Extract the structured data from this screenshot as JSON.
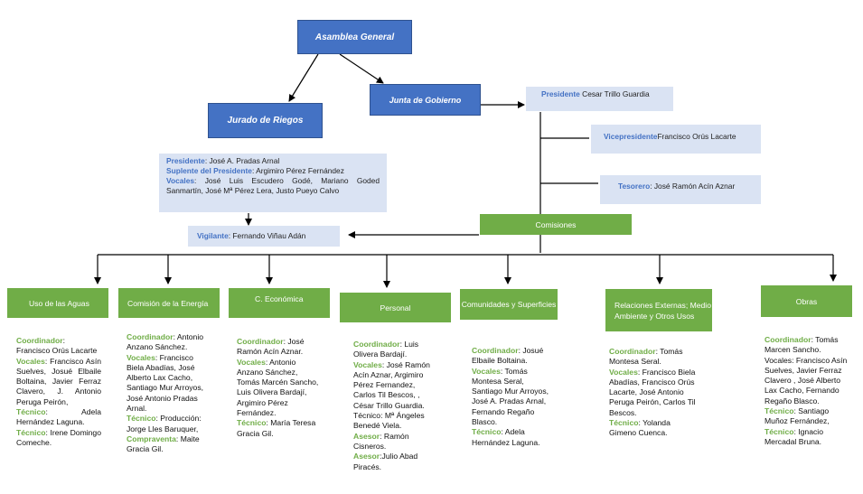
{
  "asamblea": "Asamblea General",
  "junta": "Junta de Gobierno",
  "jurado": "Jurado de Riegos",
  "jurado_info": {
    "presidente_label": "Presidente",
    "presidente": ": José A. Pradas Arnal",
    "suplente_label": "Suplente del Presidente",
    "suplente": ": Argimiro Pérez Fernández",
    "vocales_label": "Vocales",
    "vocales": ": José Luis Escudero Godé, Mariano Goded Sanmartín, José Mª Pérez Lera, Justo Pueyo Calvo"
  },
  "vigilante": {
    "label": "Vigilante",
    "value": ": Fernando Viñau Adán"
  },
  "presidente": {
    "label": "Presidente",
    "value": " Cesar Trillo Guardia"
  },
  "vicepresidente": {
    "label": "Vicepresidente",
    "value": " Francisco Orús  Lacarte"
  },
  "tesorero": {
    "label": "Tesorero",
    "value": ": José Ramón Acín Aznar"
  },
  "comisiones": "Comisiones",
  "committees": [
    {
      "title": "Uso de las Aguas",
      "c_label": "Coordinador",
      "c_value": ":",
      "c_line": "Francisco Orús Lacarte",
      "v_label": "Vocales",
      "v_value": ":  Francisco Asín Suelves, Josué Elbaile Boltaina, Javier Ferraz Clavero, J. Antonio Peruga Peirón,",
      "t_label": "Técnico",
      "t_value": ": Adela Hernández Laguna.",
      "t2_label": "Técnico",
      "t2_value": ": Irene Domingo Comeche."
    },
    {
      "title": "Comisión de la Energía",
      "c_label": "Coordinador",
      "c_value": ": Antonio Anzano Sánchez.",
      "v_label": "Vocales",
      "v_value": ": Francisco Biela Abadías, José Alberto Lax Cacho, Santiago Mur Arroyos, José Antonio Pradas Arnal.",
      "t_label": "Técnico",
      "t_value": ": Producción: Jorge Lles Baruquer,",
      "x_label": "Compraventa",
      "x_value": ": Maite Gracia Gil."
    },
    {
      "title": "C. Económica",
      "c_label": "Coordinador",
      "c_value": ": José Ramón Acín Aznar.",
      "v_label": "Vocales",
      "v_value": ": Antonio Anzano Sánchez, Tomás Marcén Sancho, Luis Olivera Bardají, Argimiro Pérez Fernández.",
      "t_label": "Técnico",
      "t_value": ": María Teresa Gracia Gil."
    },
    {
      "title": "Personal",
      "c_label": "Coordinador",
      "c_value": ": Luis Olivera Bardají.",
      "v_label": "Vocales",
      "v_value": ": José Ramón Acín Aznar, Argimiro Pérez Fernandez, Carlos Til Bescos, , César Trillo Guardia.",
      "t_plain": "Técnico: Mª Ángeles Benedé Viela.",
      "a_label": "Asesor",
      "a_value": ": Ramón Cisneros.",
      "a2_label": "Asesor",
      "a2_value": ":Julio Abad Piracés."
    },
    {
      "title": "Comunidades y Superficies",
      "c_label": "Coordinador",
      "c_value": ": Josué Elbaile Boltaina.",
      "v_label": "Vocales",
      "v_value": ": Tomás Montesa Seral, Santiago Mur Arroyos, José A. Pradas Arnal, Fernando Regaño Blasco.",
      "t_label": "Técnico",
      "t_value": ": Adela Hernández Laguna."
    },
    {
      "title": "Relaciones Externas; Medio Ambiente y Otros Usos",
      "c_label": "Coordinador",
      "c_value": ": Tomás Montesa Seral.",
      "v_label": "Vocales",
      "v_value": ": Francisco Biela Abadías, Francisco Orús Lacarte, José Antonio Peruga Peirón, Carlos Til Bescos.",
      "t_label": "Técnico",
      "t_value": ": Yolanda Gimeno Cuenca."
    },
    {
      "title": "Obras",
      "c_label": "Coordinador",
      "c_value": ": Tomás Marcen Sancho.",
      "v_plain": "Vocales: Francisco Asín Suelves, Javier Ferraz Clavero , José Alberto Lax Cacho, Fernando Regaño Blasco.",
      "t_label": "Técnico",
      "t_value": ": Santiago Muñoz Fernández,",
      "t2_label": "Técnico",
      "t2_value": ": Ignacio Mercadal Bruna."
    }
  ]
}
